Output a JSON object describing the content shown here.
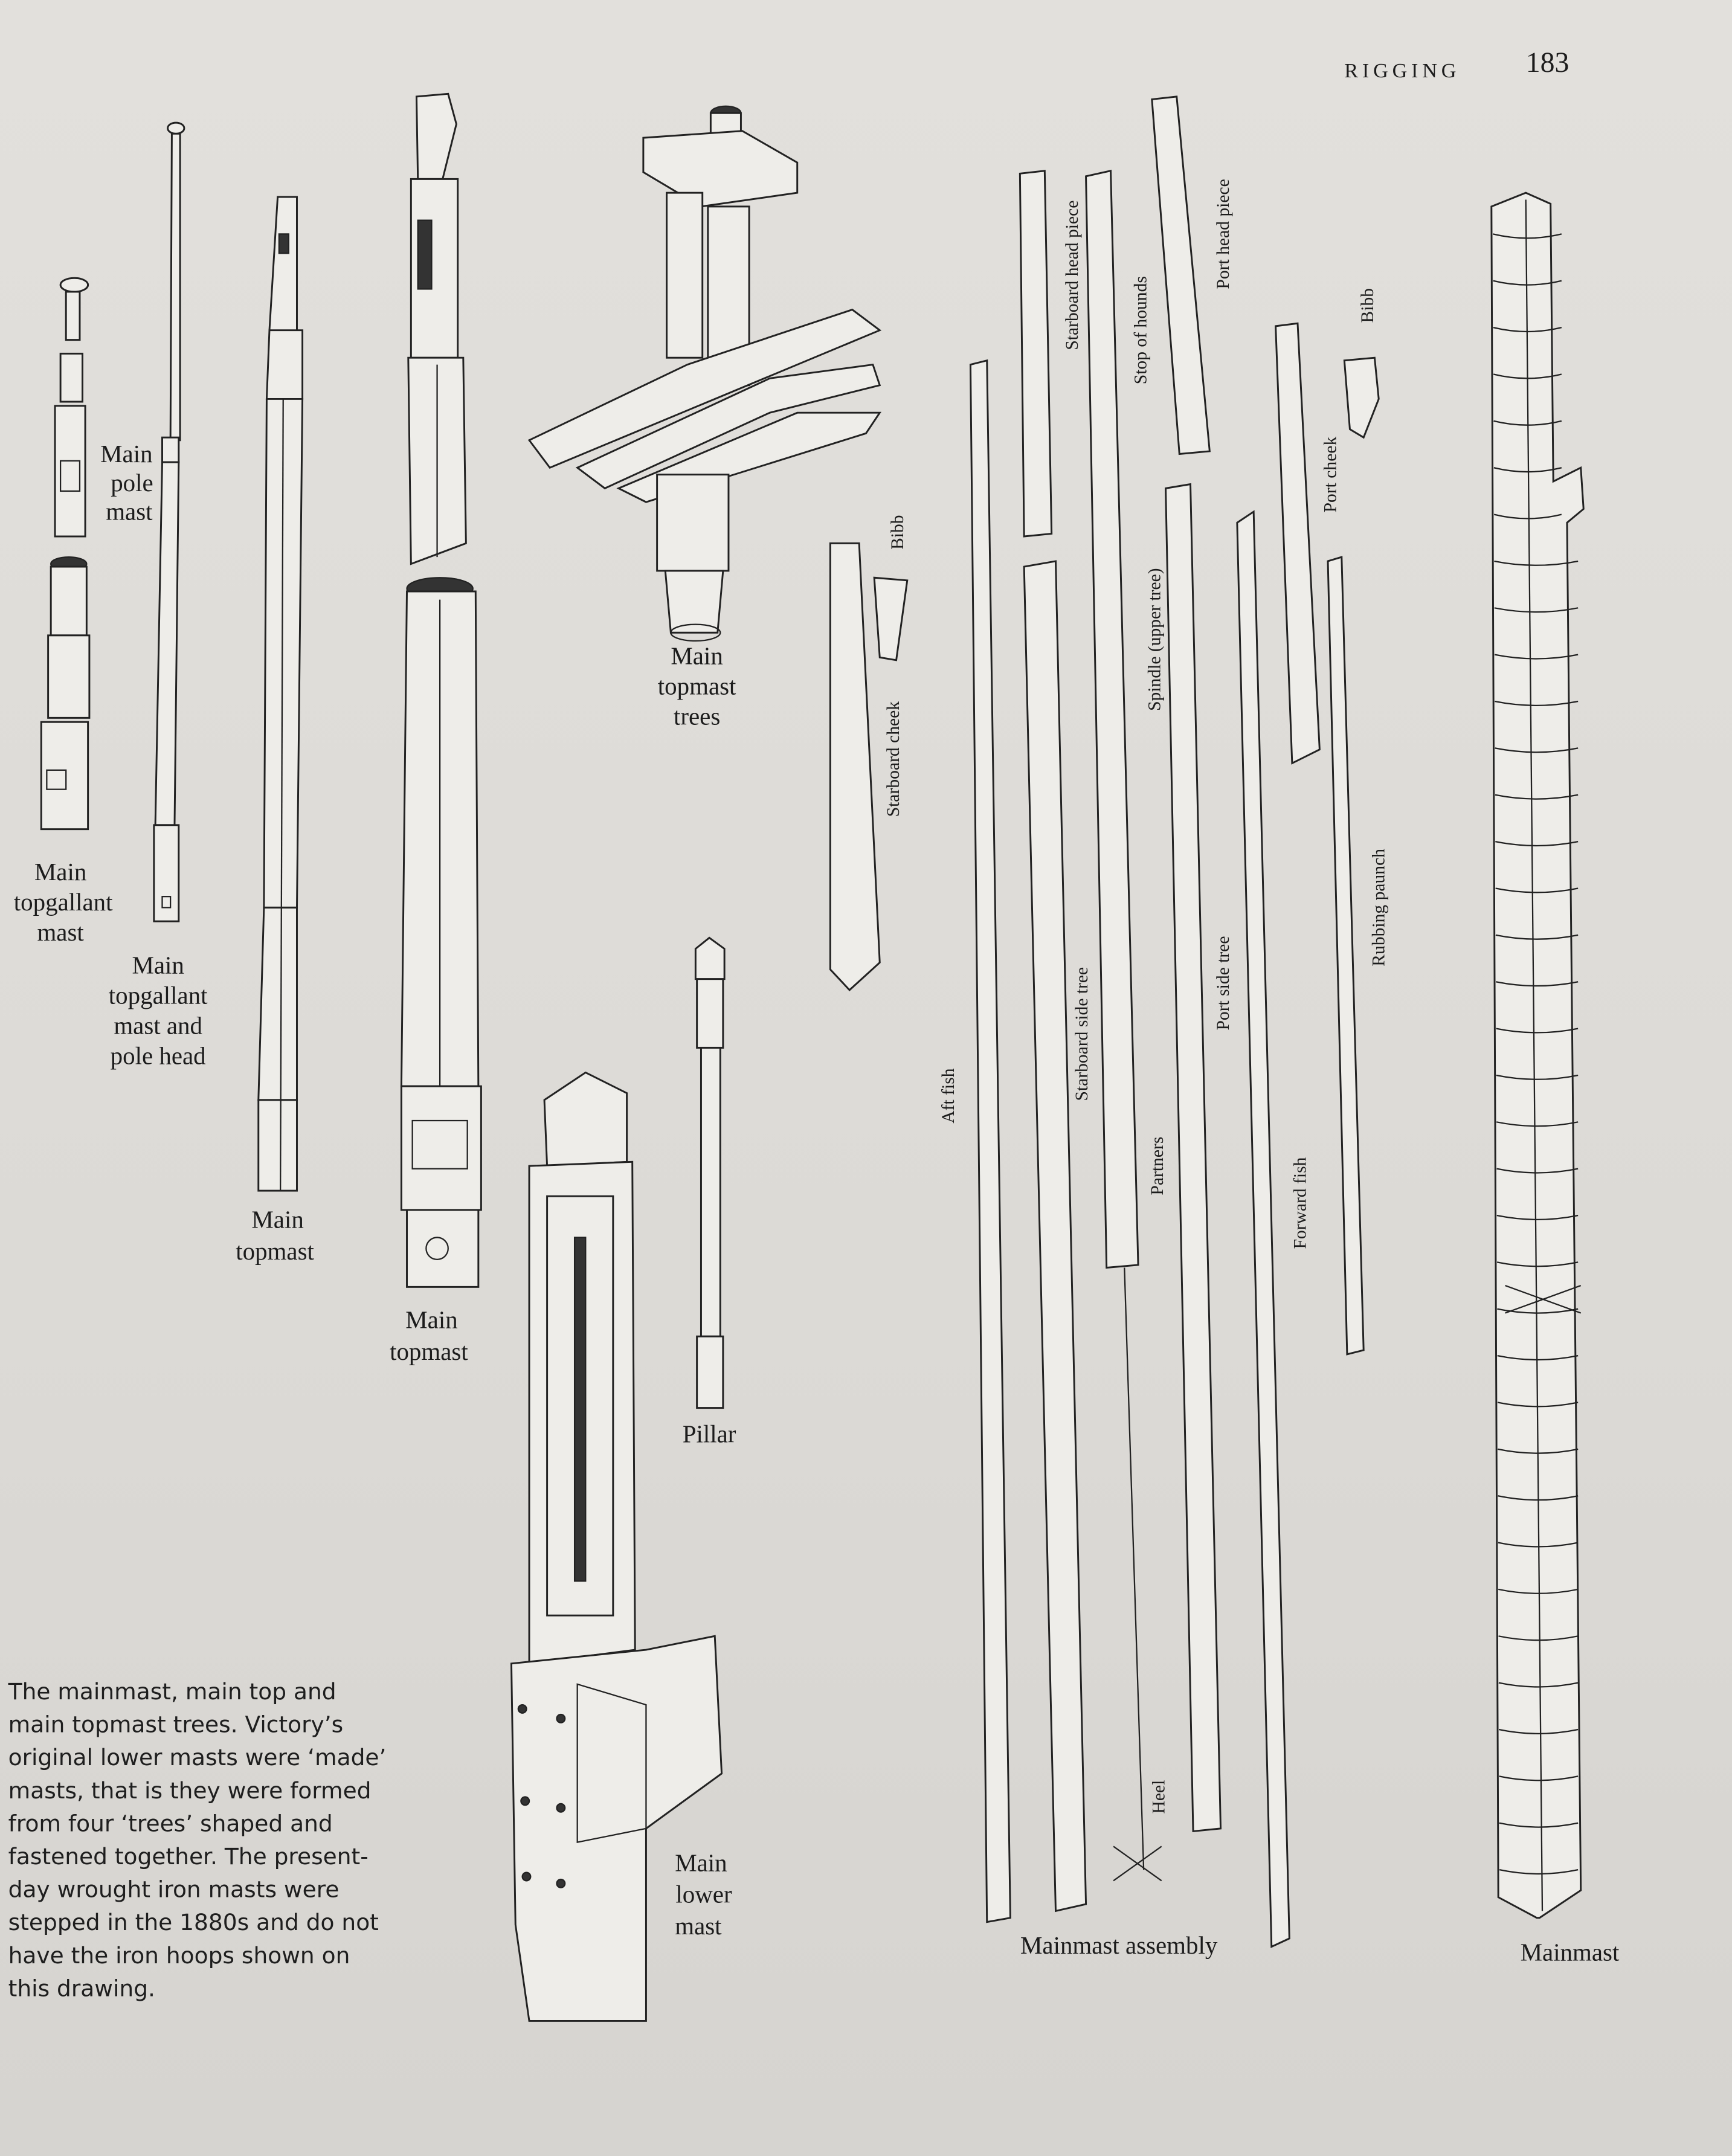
{
  "header": {
    "section": "RIGGING",
    "page_number": "183"
  },
  "labels": {
    "main_pole_mast": [
      "Main",
      "pole",
      "mast"
    ],
    "main_topgallant_mast": [
      "Main",
      "topgallant",
      "mast"
    ],
    "main_topgallant_mast_and_pole_head": [
      "Main",
      "topgallant",
      "mast and",
      "pole head"
    ],
    "main_topmast_1": [
      "Main",
      "topmast"
    ],
    "main_topmast_2": [
      "Main",
      "topmast"
    ],
    "main_topmast_trees": [
      "Main",
      "topmast",
      "trees"
    ],
    "pillar": "Pillar",
    "main_lower_mast": [
      "Main",
      "lower",
      "mast"
    ],
    "mainmast_assembly": "Mainmast assembly",
    "mainmast": "Mainmast"
  },
  "part_labels": {
    "starboard_head_piece": "Starboard head piece",
    "stop_of_hounds": "Stop of hounds",
    "port_head_piece": "Port head piece",
    "bibb_right": "Bibb",
    "port_cheek": "Port cheek",
    "spindle": "Spindle (upper tree)",
    "bibb_left": "Bibb",
    "starboard_cheek": "Starboard cheek",
    "rubbing_paunch": "Rubbing paunch",
    "port_side_tree": "Port side tree",
    "starboard_side_tree": "Starboard side tree",
    "aft_fish": "Aft fish",
    "partners": "Partners",
    "forward_fish": "Forward fish",
    "heel": "Heel"
  },
  "caption": [
    "The mainmast, main top and",
    "main topmast trees. Victory’s",
    "original lower masts were ‘made’",
    "masts, that is they were formed",
    "from four ‘trees’ shaped and",
    "fastened together. The present-",
    "day wrought iron masts were",
    "stepped in the 1880s and do not",
    "have the iron hoops shown on",
    "this drawing."
  ]
}
